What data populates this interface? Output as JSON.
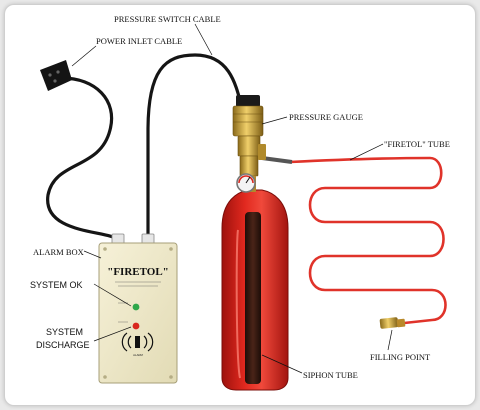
{
  "labels": {
    "pressure_switch_cable": "PRESSURE SWITCH CABLE",
    "power_inlet_cable": "POWER INLET CABLE",
    "pressure_gauge": "PRESSURE GAUGE",
    "firetol_tube": "\"FIRETOL\" TUBE",
    "alarm_box": "ALARM BOX",
    "system_ok": "SYSTEM OK",
    "system_discharge_line1": "SYSTEM",
    "system_discharge_line2": "DISCHARGE",
    "filling_point": "FILLING POINT",
    "siphon_tube": "SIPHON TUBE"
  },
  "alarm_box": {
    "brand": "\"FIRETOL\"",
    "alarm_text": "ALARM"
  },
  "colors": {
    "cylinder_red": "#d8211b",
    "tube_red": "#e0332a",
    "box_cream": "#efe9c8",
    "valve_brass": "#c9a23c",
    "led_green": "#2fa84a",
    "led_red": "#d9271e"
  }
}
